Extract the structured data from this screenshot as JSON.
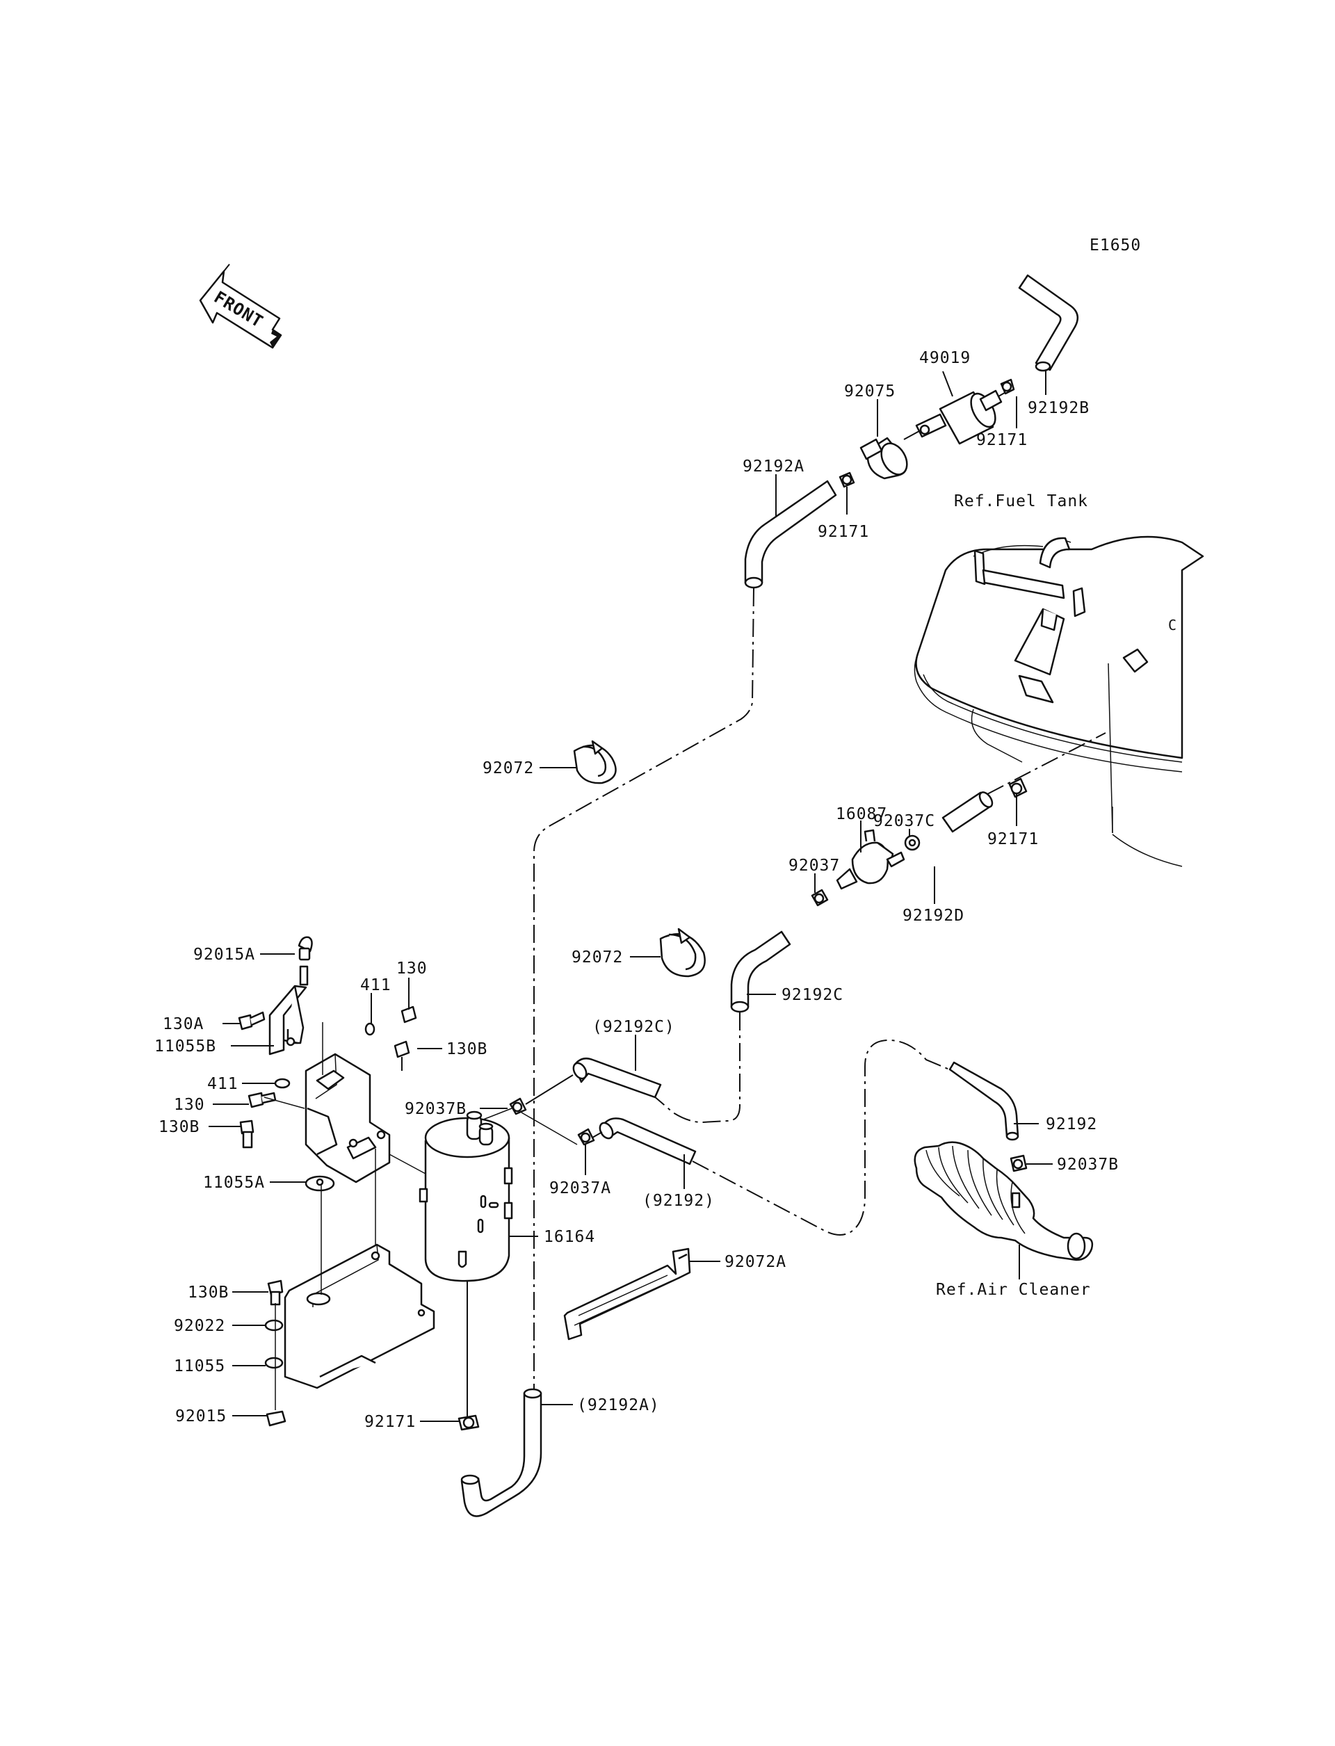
{
  "diagram_code": "E1650",
  "front_label": "FRONT",
  "ref_labels": {
    "fuel_tank": "Ref.Fuel Tank",
    "air_cleaner": "Ref.Air Cleaner"
  },
  "callouts": [
    "49019",
    "92075",
    "92171",
    "92192B",
    "92192A",
    "92171",
    "92072",
    "92037C",
    "16087",
    "92037",
    "92192D",
    "92171",
    "92072",
    "92192C",
    "(92192C)",
    "92015A",
    "130",
    "411",
    "130A",
    "11055B",
    "130B",
    "411",
    "130",
    "130B",
    "92037B",
    "92037A",
    "(92192)",
    "92192",
    "92037B",
    "11055A",
    "16164",
    "92072A",
    "Ref.Air Cleaner",
    "130B",
    "92022",
    "11055",
    "92015",
    "92171",
    "(92192A)"
  ]
}
